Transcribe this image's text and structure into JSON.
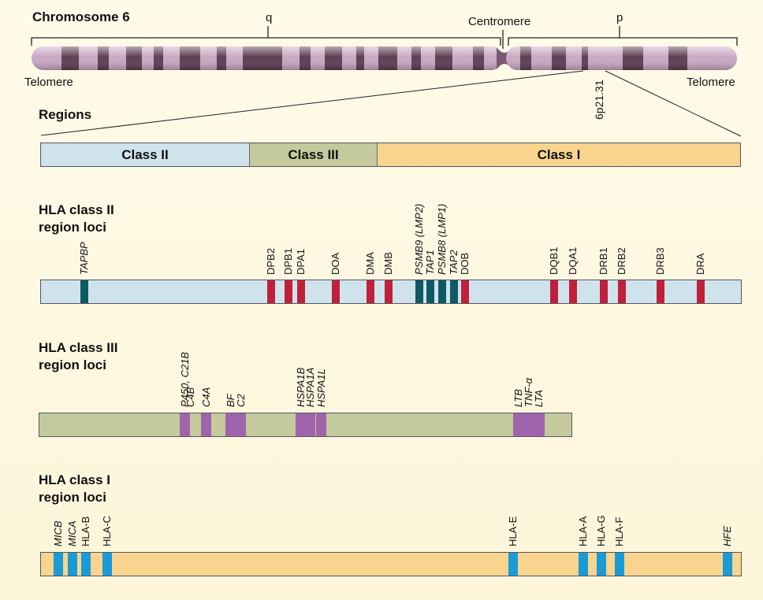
{
  "chromosome": {
    "title": "Chromosome 6",
    "q_label": "q",
    "p_label": "p",
    "centromere_label": "Centromere",
    "telomere_left": "Telomere",
    "telomere_right": "Telomere",
    "band_label": "6p21.31"
  },
  "regions": {
    "title": "Regions",
    "segments": [
      {
        "label": "Class II",
        "color": "#cfe3ec"
      },
      {
        "label": "Class III",
        "color": "#c5ca9c"
      },
      {
        "label": "Class I",
        "color": "#f8d48e"
      }
    ]
  },
  "class2": {
    "title_line1": "HLA class II",
    "title_line2": "region loci",
    "bar_color": "#cfe3ec",
    "genes": [
      {
        "name": "TAPBP",
        "italic": true,
        "color": "#0d5a63"
      },
      {
        "name": "DPB2",
        "italic": false,
        "color": "#c0203a"
      },
      {
        "name": "DPB1",
        "italic": false,
        "color": "#c0203a"
      },
      {
        "name": "DPA1",
        "italic": false,
        "color": "#c0203a"
      },
      {
        "name": "DOA",
        "italic": false,
        "color": "#c0203a"
      },
      {
        "name": "DMA",
        "italic": false,
        "color": "#c0203a"
      },
      {
        "name": "DMB",
        "italic": false,
        "color": "#c0203a"
      },
      {
        "name": "PSMB9 (LMP2)",
        "italic": true,
        "color": "#0d5a63"
      },
      {
        "name": "TAP1",
        "italic": true,
        "color": "#0d5a63"
      },
      {
        "name": "PSMB8 (LMP1)",
        "italic": true,
        "color": "#0d5a63"
      },
      {
        "name": "TAP2",
        "italic": true,
        "color": "#0d5a63"
      },
      {
        "name": "DOB",
        "italic": false,
        "color": "#c0203a"
      },
      {
        "name": "DQB1",
        "italic": false,
        "color": "#c0203a"
      },
      {
        "name": "DQA1",
        "italic": false,
        "color": "#c0203a"
      },
      {
        "name": "DRB1",
        "italic": false,
        "color": "#c0203a"
      },
      {
        "name": "DRB2",
        "italic": false,
        "color": "#c0203a"
      },
      {
        "name": "DRB3",
        "italic": false,
        "color": "#c0203a"
      },
      {
        "name": "DRA",
        "italic": false,
        "color": "#c0203a"
      }
    ]
  },
  "class3": {
    "title_line1": "HLA class III",
    "title_line2": "region loci",
    "bar_color": "#c5ca9c",
    "gene_color": "#a064ac",
    "genes": [
      {
        "name": "P450, C21B",
        "italic": true
      },
      {
        "name": "C4B",
        "italic": true
      },
      {
        "name": "C4A",
        "italic": true
      },
      {
        "name": "BF",
        "italic": true
      },
      {
        "name": "C2",
        "italic": true
      },
      {
        "name": "HSPA1B",
        "italic": true
      },
      {
        "name": "HSPA1A",
        "italic": true
      },
      {
        "name": "HSPA1L",
        "italic": true
      },
      {
        "name": "LTB",
        "italic": true
      },
      {
        "name": "TNF-α",
        "italic": true
      },
      {
        "name": "LTA",
        "italic": true
      }
    ]
  },
  "class1": {
    "title_line1": "HLA class I",
    "title_line2": "region loci",
    "bar_color": "#f8d48e",
    "gene_color": "#1a9ad6",
    "genes": [
      {
        "name": "MICB",
        "italic": true
      },
      {
        "name": "MICA",
        "italic": true
      },
      {
        "name": "HLA-B",
        "italic": false
      },
      {
        "name": "HLA-C",
        "italic": false
      },
      {
        "name": "HLA-E",
        "italic": false
      },
      {
        "name": "HLA-A",
        "italic": false
      },
      {
        "name": "HLA-G",
        "italic": false
      },
      {
        "name": "HLA-F",
        "italic": false
      },
      {
        "name": "HFE",
        "italic": true
      }
    ]
  }
}
